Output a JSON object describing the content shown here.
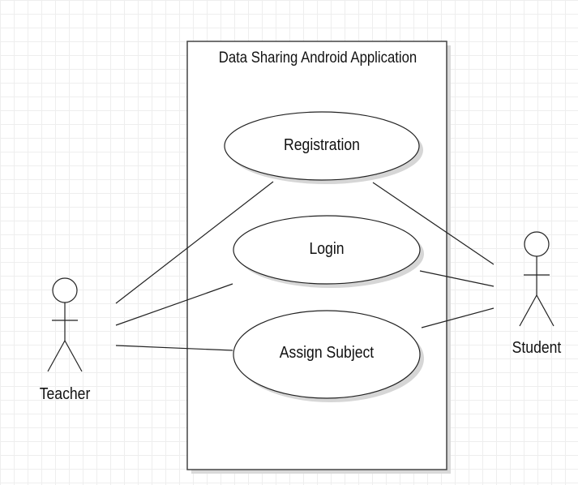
{
  "system": {
    "title": "Data Sharing Android Application"
  },
  "use_cases": [
    {
      "id": "registration",
      "label": "Registration"
    },
    {
      "id": "login",
      "label": "Login"
    },
    {
      "id": "assign-subject",
      "label": "Assign Subject"
    }
  ],
  "actors": [
    {
      "id": "teacher",
      "label": "Teacher"
    },
    {
      "id": "student",
      "label": "Student"
    }
  ],
  "associations": [
    {
      "actor": "teacher",
      "use_case": "registration"
    },
    {
      "actor": "teacher",
      "use_case": "login"
    },
    {
      "actor": "teacher",
      "use_case": "assign-subject"
    },
    {
      "actor": "student",
      "use_case": "registration"
    },
    {
      "actor": "student",
      "use_case": "login"
    },
    {
      "actor": "student",
      "use_case": "assign-subject"
    }
  ]
}
